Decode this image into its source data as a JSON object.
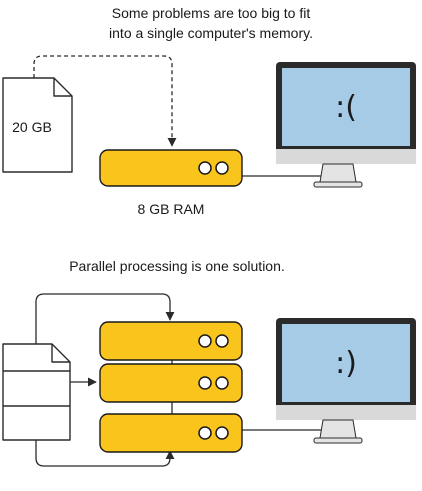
{
  "top_scenario": {
    "caption_lines": [
      "Some problems are too big to fit",
      "into a single computer's memory."
    ],
    "file_label": "20 GB",
    "server_label": "8 GB RAM",
    "monitor_face": ":("
  },
  "bottom_scenario": {
    "caption": "Parallel processing is one solution.",
    "monitor_face": ":)"
  },
  "colors": {
    "server_fill": "#f9c51d",
    "server_stroke": "#1a1a1a",
    "screen_fill": "#a6cbe6",
    "monitor_body": "#2b2b2b",
    "monitor_chin": "#d9d9d9",
    "stand": "#e4e4e4",
    "line": "#2b2b2b"
  }
}
